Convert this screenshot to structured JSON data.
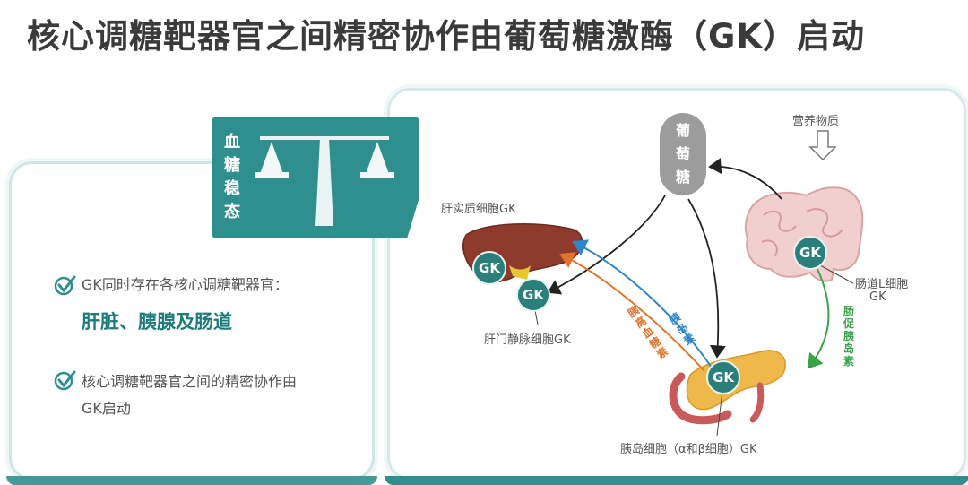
{
  "title": "核心调糖靶器官之间精密协作由葡萄糖激酶（GK）启动",
  "balance_label": "血糖稳态",
  "bullets": {
    "b1": "GK同时存在各核心调糖靶器官：",
    "organs": "肝脏、胰腺及肠道",
    "b2_line1": "核心调糖靶器官之间的精密协作由",
    "b2_line2": "GK启动"
  },
  "diagram": {
    "glucose": "葡萄糖",
    "nutrients": "营养物质",
    "liver_label": "肝实质细胞GK",
    "portal_label": "肝门静脉细胞GK",
    "intestine_label_1": "肠道L细胞",
    "intestine_label_2": "GK",
    "pancreas_label": "胰岛细胞（α和β细胞）GK",
    "gk": "GK",
    "insulin": "胰岛素",
    "glucagon": "胰高血糖素",
    "incretin": "肠促胰岛素"
  },
  "colors": {
    "teal": "#2f8f8f",
    "insulin_blue": "#2f86c9",
    "glucagon_orange": "#e0762e",
    "incretin_green": "#3aa34a"
  }
}
